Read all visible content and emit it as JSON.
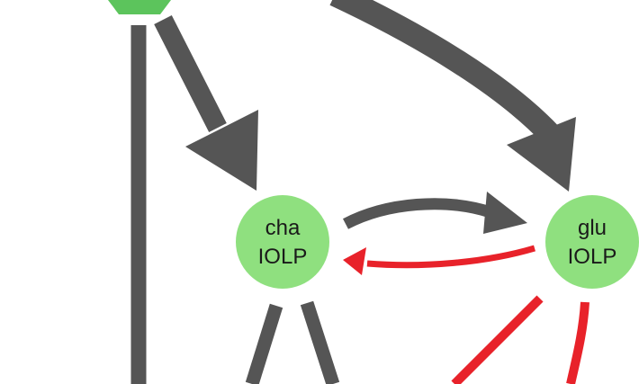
{
  "diagram": {
    "nodes": [
      {
        "id": "top-hexagon",
        "shape": "hexagon",
        "lines": [],
        "color": "#5cc45c"
      },
      {
        "id": "cha-iolp",
        "shape": "circle",
        "lines": [
          "cha",
          "IOLP"
        ],
        "color": "#8fe07f"
      },
      {
        "id": "glu-iolp",
        "shape": "circle",
        "lines": [
          "glu",
          "IOLP"
        ],
        "color": "#8fe07f"
      }
    ],
    "edges": [
      {
        "from": "top-hexagon",
        "to": "cha-iolp",
        "type": "activation",
        "color": "#555555",
        "weight": "heavy"
      },
      {
        "from": "top-hexagon",
        "to": "glu-iolp",
        "type": "activation",
        "color": "#555555",
        "weight": "heavy"
      },
      {
        "from": "cha-iolp",
        "to": "glu-iolp",
        "type": "activation",
        "color": "#555555",
        "weight": "medium"
      },
      {
        "from": "glu-iolp",
        "to": "cha-iolp",
        "type": "activation",
        "color": "#e8222a",
        "weight": "light"
      },
      {
        "from": "top-hexagon",
        "to": "offscreen-below",
        "type": "link",
        "color": "#555555",
        "weight": "medium"
      },
      {
        "from": "cha-iolp",
        "to": "offscreen-below",
        "type": "link",
        "color": "#555555",
        "weight": "medium"
      },
      {
        "from": "glu-iolp",
        "to": "offscreen-below",
        "type": "link",
        "color": "#e8222a",
        "weight": "light"
      }
    ]
  }
}
